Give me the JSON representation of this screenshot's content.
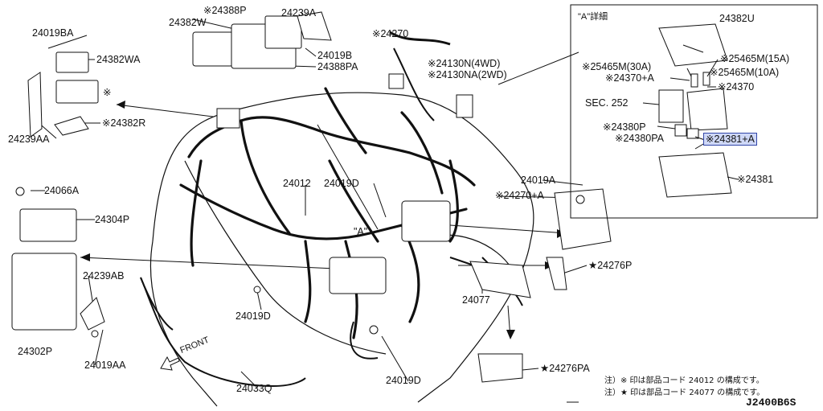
{
  "detail_box": {
    "title": "\"A\"詳細",
    "labels": {
      "p24382U": "24382U",
      "p25465M_30A": "※25465M(30A)",
      "p25465M_15A": "※25465M(15A)",
      "p24370A": "※24370+A",
      "p25465M_10A": "※25465M(10A)",
      "p24370": "※24370",
      "sec252": "SEC. 252",
      "p24380P": "※24380P",
      "p24380PA": "※24380PA",
      "p24381A": "※24381+A",
      "p24381": "※24381"
    }
  },
  "main_labels": {
    "p24019BA": "24019BA",
    "p24382WA": "24382WA",
    "star_part": "※",
    "p24382R": "※24382R",
    "p24239AA": "24239AA",
    "p24388P": "※24388P",
    "p24382W": "24382W",
    "p24239A": "24239A",
    "p24019B": "24019B",
    "p24388PA": "24388PA",
    "p24270": "※24270",
    "p24130N": "※24130N(4WD)",
    "p24130NA": "※24130NA(2WD)",
    "p24012": "24012",
    "p24019D_top": "24019D",
    "p24019A": "24019A",
    "p24270A": "※24270+A",
    "p24066A": "24066A",
    "p24304P": "24304P",
    "p24239AB": "24239AB",
    "p24302P": "24302P",
    "p24019AA": "24019AA",
    "p24019D_mid": "24019D",
    "p24276P": "★24276P",
    "p24077": "24077",
    "p24019D_bot": "24019D",
    "p24033Q": "24033Q",
    "p24276PA": "★24276PA",
    "view_marker": "\"A\"",
    "front": "FRONT"
  },
  "notes": {
    "line1": "注）※ 印は部品コード 24012 の構成です。",
    "line2": "注）★ 印は部品コード 24077 の構成です。"
  },
  "diagram_code": "J2400B6S",
  "colors": {
    "line": "#111111",
    "highlight": "#cfd8f7",
    "highlight_border": "#3347a8"
  }
}
